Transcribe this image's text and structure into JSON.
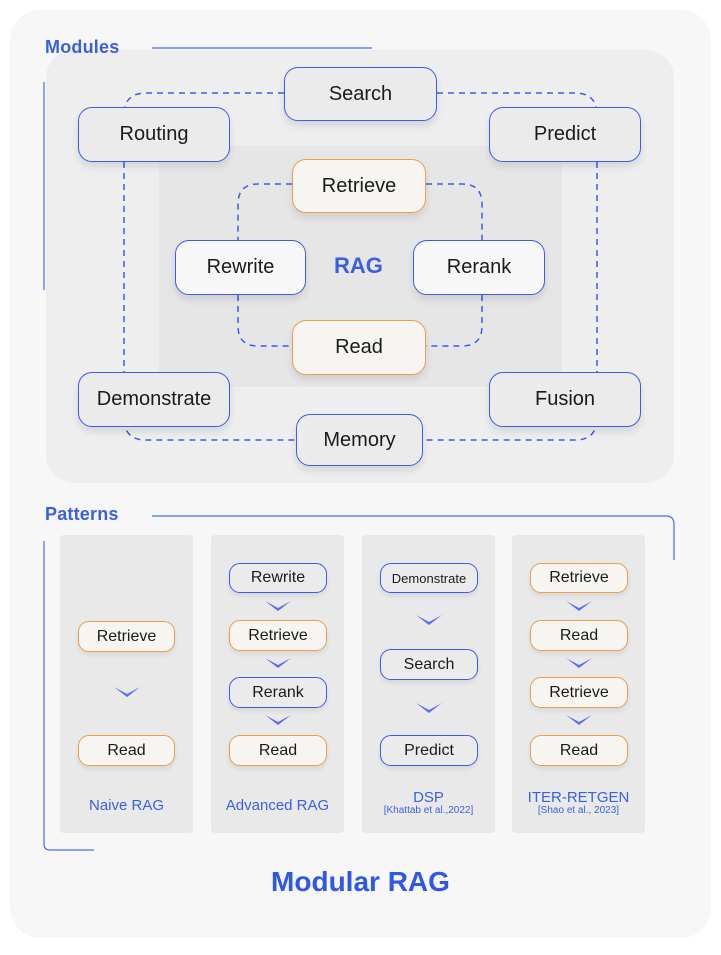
{
  "modules": {
    "label": "Modules",
    "outer": {
      "search": "Search",
      "routing": "Routing",
      "predict": "Predict",
      "demonstrate": "Demonstrate",
      "fusion": "Fusion",
      "memory": "Memory"
    },
    "inner": {
      "retrieve": "Retrieve",
      "rewrite": "Rewrite",
      "rag": "RAG",
      "rerank": "Rerank",
      "read": "Read"
    }
  },
  "patterns": {
    "label": "Patterns",
    "naive": {
      "steps": [
        "Retrieve",
        "Read"
      ],
      "label": "Naive RAG"
    },
    "advanced": {
      "steps": [
        "Rewrite",
        "Retrieve",
        "Rerank",
        "Read"
      ],
      "label": "Advanced RAG"
    },
    "dsp": {
      "steps": [
        "Demonstrate",
        "Search",
        "Predict"
      ],
      "label": "DSP",
      "citation": "[Khattab et al.,2022]"
    },
    "iter": {
      "steps": [
        "Retrieve",
        "Read",
        "Retrieve",
        "Read"
      ],
      "label": "ITER-RETGEN",
      "citation": "[Shao et al., 2023]"
    }
  },
  "title": "Modular RAG",
  "colors": {
    "accent": "#3a5fe0",
    "orange": "#e8a04a"
  }
}
